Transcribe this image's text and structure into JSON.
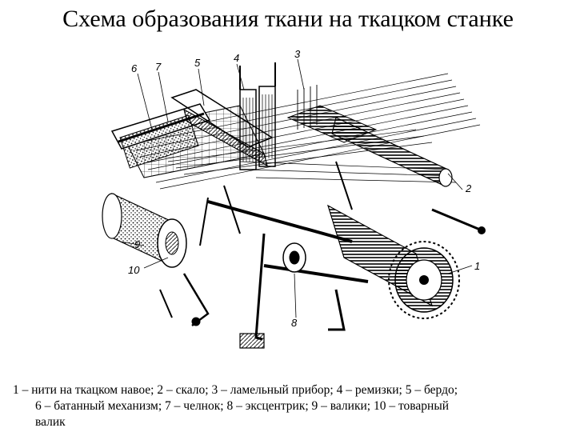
{
  "title": "Схема образования ткани на ткацком станке",
  "callouts": [
    "1",
    "2",
    "3",
    "4",
    "5",
    "6",
    "7",
    "8",
    "9",
    "10"
  ],
  "caption": {
    "line1": "1 – нити на ткацком навое; 2 – скало; 3 – ламельный прибор; 4 – ремизки; 5 – бердо;",
    "line2": "6 – батанный механизм; 7 – челнок; 8 – эксцентрик; 9 – валики; 10 – товарный",
    "line3": "валик"
  }
}
